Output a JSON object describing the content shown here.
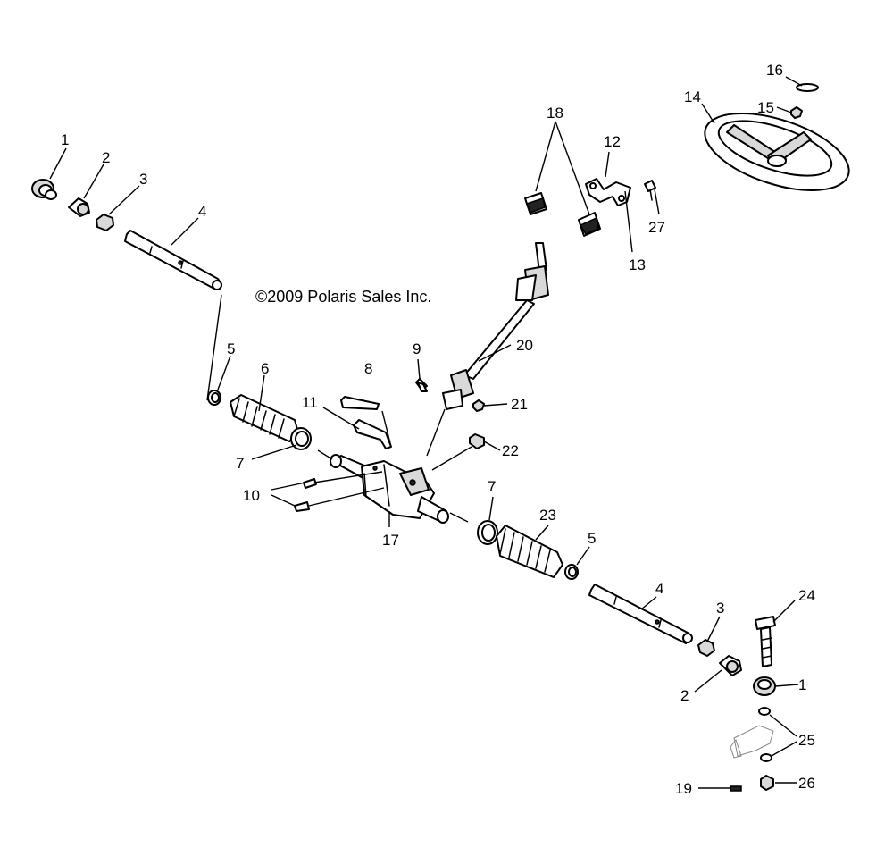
{
  "copyright": "©2009 Polaris Sales Inc.",
  "callouts": {
    "c1a": "1",
    "c2a": "2",
    "c3a": "3",
    "c4a": "4",
    "c5a": "5",
    "c6": "6",
    "c7a": "7",
    "c8": "8",
    "c9": "9",
    "c10": "10",
    "c11": "11",
    "c12": "12",
    "c13": "13",
    "c14": "14",
    "c15": "15",
    "c16": "16",
    "c17": "17",
    "c18": "18",
    "c19": "19",
    "c20": "20",
    "c21": "21",
    "c22": "22",
    "c7b": "7",
    "c23": "23",
    "c5b": "5",
    "c4b": "4",
    "c24": "24",
    "c3b": "3",
    "c2b": "2",
    "c1b": "1",
    "c25": "25",
    "c26": "26",
    "c27": "27"
  },
  "colors": {
    "line": "#000000",
    "background": "#ffffff",
    "shade": "#d9d9d9"
  }
}
